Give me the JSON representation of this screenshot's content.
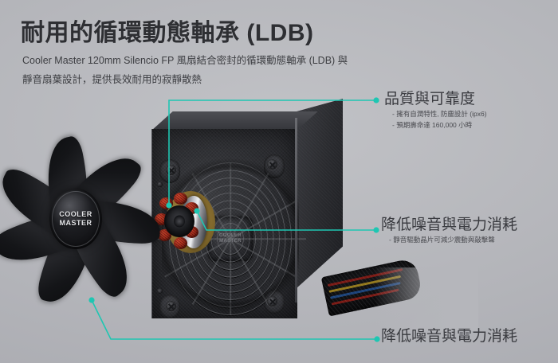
{
  "page": {
    "title": "耐用的循環動態軸承 (LDB)",
    "subtitle_line1": "Cooler Master 120mm Silencio FP 風扇結合密封的循環動態軸承 (LDB) 與",
    "subtitle_line2": "靜音扇葉設計，提供長效耐用的寂靜散熱",
    "accent_color": "#1ec6b2",
    "background_color": "#b6b7bc",
    "title_color": "#2e2f33"
  },
  "product": {
    "fan_hub_logo_line1": "COOLER",
    "fan_hub_logo_line2": "MASTER",
    "psu_hub_logo_line1": "COOLER",
    "psu_hub_logo_line2": "MASTER"
  },
  "annotations": [
    {
      "id": "quality-reliability",
      "heading": "品質與可靠度",
      "bullets": [
        "- 擁有自潤特性, 防塵設計 (ipx6)",
        "- 預期壽命達 160,000 小時"
      ]
    },
    {
      "id": "noise-power-middle",
      "heading": "降低噪音與電力消耗",
      "bullets": [
        "- 靜音驅動晶片可減少震動與敲擊聲"
      ]
    },
    {
      "id": "noise-power-bottom",
      "heading": "降低噪音與電力消耗",
      "bullets": []
    }
  ]
}
